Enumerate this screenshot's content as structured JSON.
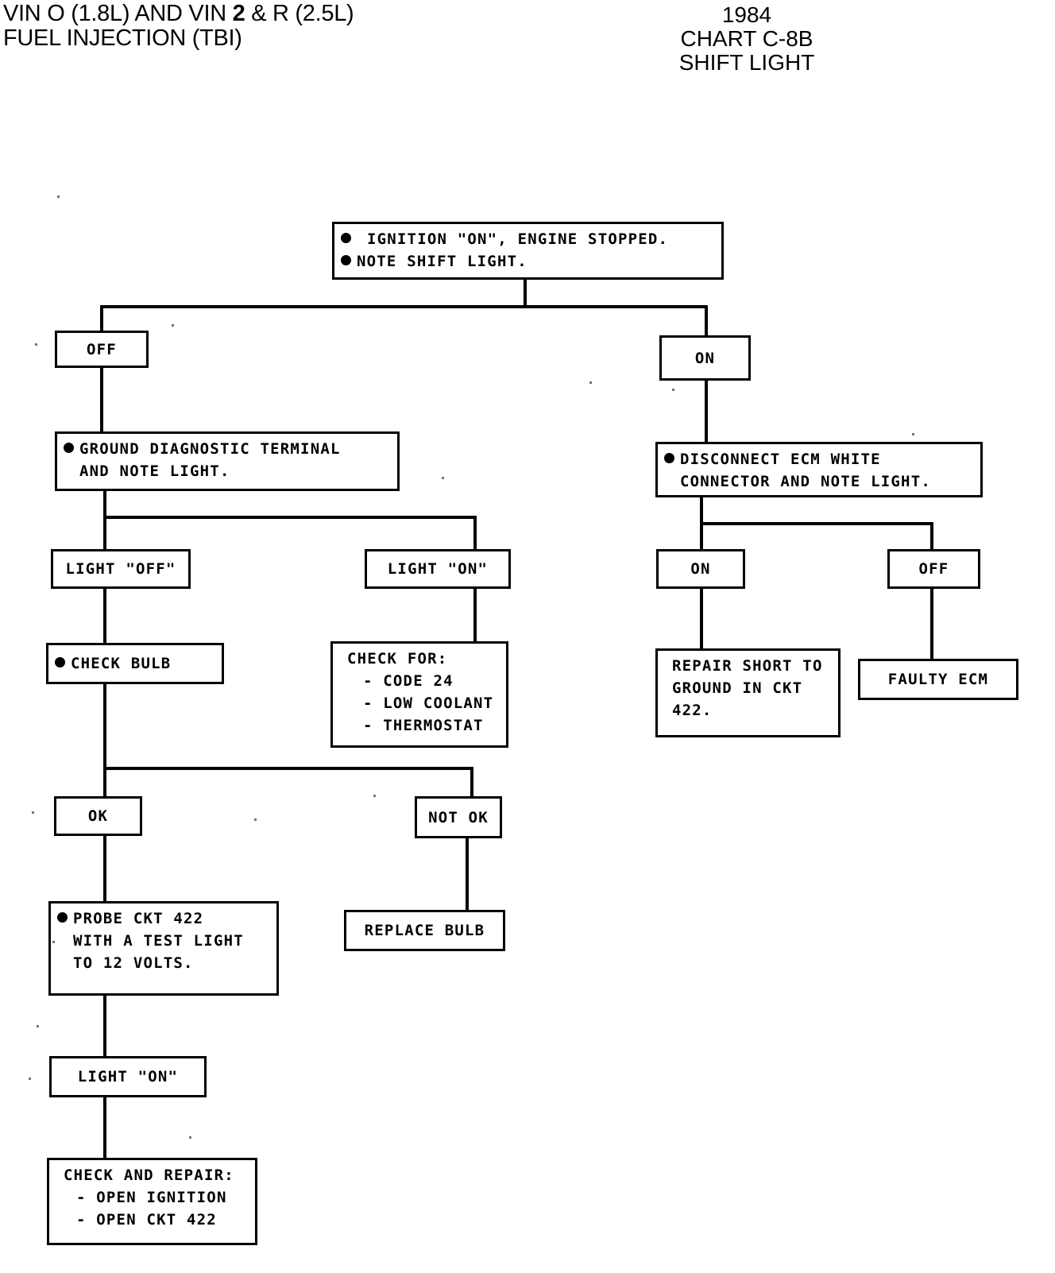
{
  "header": {
    "left_line1_a": "VIN O (1.8L) AND VIN ",
    "left_line1_b": "2",
    "left_line1_c": " & R (2.5L)",
    "left_line2": "FUEL INJECTION (TBI)",
    "right_line1": "1984",
    "right_line2": "CHART C-8B",
    "right_line3": "SHIFT LIGHT"
  },
  "chart_data": {
    "type": "flowchart",
    "title": "CHART C-8B SHIFT LIGHT",
    "nodes": [
      {
        "id": "start",
        "label_lines": [
          "IGNITION \"ON\", ENGINE STOPPED.",
          "NOTE SHIFT LIGHT."
        ],
        "bullets": 2
      },
      {
        "id": "off1",
        "label_lines": [
          "OFF"
        ]
      },
      {
        "id": "on1",
        "label_lines": [
          "ON"
        ]
      },
      {
        "id": "ground-term",
        "label_lines": [
          "GROUND DIAGNOSTIC TERMINAL",
          "AND NOTE LIGHT."
        ],
        "bullets": 1
      },
      {
        "id": "disconnect-ecm",
        "label_lines": [
          "DISCONNECT ECM WHITE",
          "CONNECTOR AND NOTE LIGHT."
        ],
        "bullets": 1
      },
      {
        "id": "light-off",
        "label_lines": [
          "LIGHT \"OFF\""
        ]
      },
      {
        "id": "light-on",
        "label_lines": [
          "LIGHT \"ON\""
        ]
      },
      {
        "id": "on2",
        "label_lines": [
          "ON"
        ]
      },
      {
        "id": "off2",
        "label_lines": [
          "OFF"
        ]
      },
      {
        "id": "check-bulb",
        "label_lines": [
          "CHECK BULB"
        ],
        "bullets": 1
      },
      {
        "id": "check-for",
        "label_lines": [
          "CHECK FOR:",
          "- CODE 24",
          "- LOW COOLANT",
          "- THERMOSTAT"
        ]
      },
      {
        "id": "repair-short",
        "label_lines": [
          "REPAIR SHORT TO",
          "GROUND IN CKT",
          "422."
        ]
      },
      {
        "id": "faulty-ecm",
        "label_lines": [
          "FAULTY ECM"
        ]
      },
      {
        "id": "ok",
        "label_lines": [
          "OK"
        ]
      },
      {
        "id": "not-ok",
        "label_lines": [
          "NOT OK"
        ]
      },
      {
        "id": "probe-ckt",
        "label_lines": [
          "PROBE CKT 422",
          "WITH A TEST LIGHT",
          "TO 12 VOLTS."
        ],
        "bullets": 1
      },
      {
        "id": "replace-bulb",
        "label_lines": [
          "REPLACE BULB"
        ]
      },
      {
        "id": "light-on-2",
        "label_lines": [
          "LIGHT \"ON\""
        ]
      },
      {
        "id": "check-repair",
        "label_lines": [
          "CHECK AND REPAIR:",
          "- OPEN IGNITION",
          "- OPEN CKT 422"
        ]
      }
    ],
    "edges": [
      {
        "from": "start",
        "to": "off1"
      },
      {
        "from": "start",
        "to": "on1"
      },
      {
        "from": "off1",
        "to": "ground-term"
      },
      {
        "from": "on1",
        "to": "disconnect-ecm"
      },
      {
        "from": "ground-term",
        "to": "light-off"
      },
      {
        "from": "ground-term",
        "to": "light-on"
      },
      {
        "from": "disconnect-ecm",
        "to": "on2"
      },
      {
        "from": "disconnect-ecm",
        "to": "off2"
      },
      {
        "from": "light-off",
        "to": "check-bulb"
      },
      {
        "from": "light-on",
        "to": "check-for"
      },
      {
        "from": "on2",
        "to": "repair-short"
      },
      {
        "from": "off2",
        "to": "faulty-ecm"
      },
      {
        "from": "check-bulb",
        "to": "ok"
      },
      {
        "from": "check-bulb",
        "to": "not-ok"
      },
      {
        "from": "ok",
        "to": "probe-ckt"
      },
      {
        "from": "not-ok",
        "to": "replace-bulb"
      },
      {
        "from": "probe-ckt",
        "to": "light-on-2"
      },
      {
        "from": "light-on-2",
        "to": "check-repair"
      }
    ]
  },
  "nodes": {
    "start": {
      "l1": "IGNITION \"ON\", ENGINE STOPPED.",
      "l2": "NOTE SHIFT LIGHT."
    },
    "off1": {
      "l1": "OFF"
    },
    "on1": {
      "l1": "ON"
    },
    "ground_term": {
      "l1": "GROUND DIAGNOSTIC TERMINAL",
      "l2": "AND NOTE LIGHT."
    },
    "disconnect_ecm": {
      "l1": "DISCONNECT ECM WHITE",
      "l2": "CONNECTOR AND NOTE LIGHT."
    },
    "light_off": {
      "l1": "LIGHT \"OFF\""
    },
    "light_on": {
      "l1": "LIGHT \"ON\""
    },
    "on2": {
      "l1": "ON"
    },
    "off2": {
      "l1": "OFF"
    },
    "check_bulb": {
      "l1": "CHECK BULB"
    },
    "check_for": {
      "l1": "CHECK FOR:",
      "l2": "- CODE 24",
      "l3": "- LOW COOLANT",
      "l4": "- THERMOSTAT"
    },
    "repair_short": {
      "l1": "REPAIR SHORT TO",
      "l2": "GROUND IN CKT",
      "l3": "422."
    },
    "faulty_ecm": {
      "l1": "FAULTY ECM"
    },
    "ok": {
      "l1": "OK"
    },
    "not_ok": {
      "l1": "NOT OK"
    },
    "probe_ckt": {
      "l1": "PROBE CKT 422",
      "l2": "WITH A TEST LIGHT",
      "l3": "TO 12 VOLTS."
    },
    "replace_bulb": {
      "l1": "REPLACE BULB"
    },
    "light_on_2": {
      "l1": "LIGHT \"ON\""
    },
    "check_repair": {
      "l1": "CHECK AND REPAIR:",
      "l2": "- OPEN IGNITION",
      "l3": "- OPEN CKT 422"
    }
  }
}
